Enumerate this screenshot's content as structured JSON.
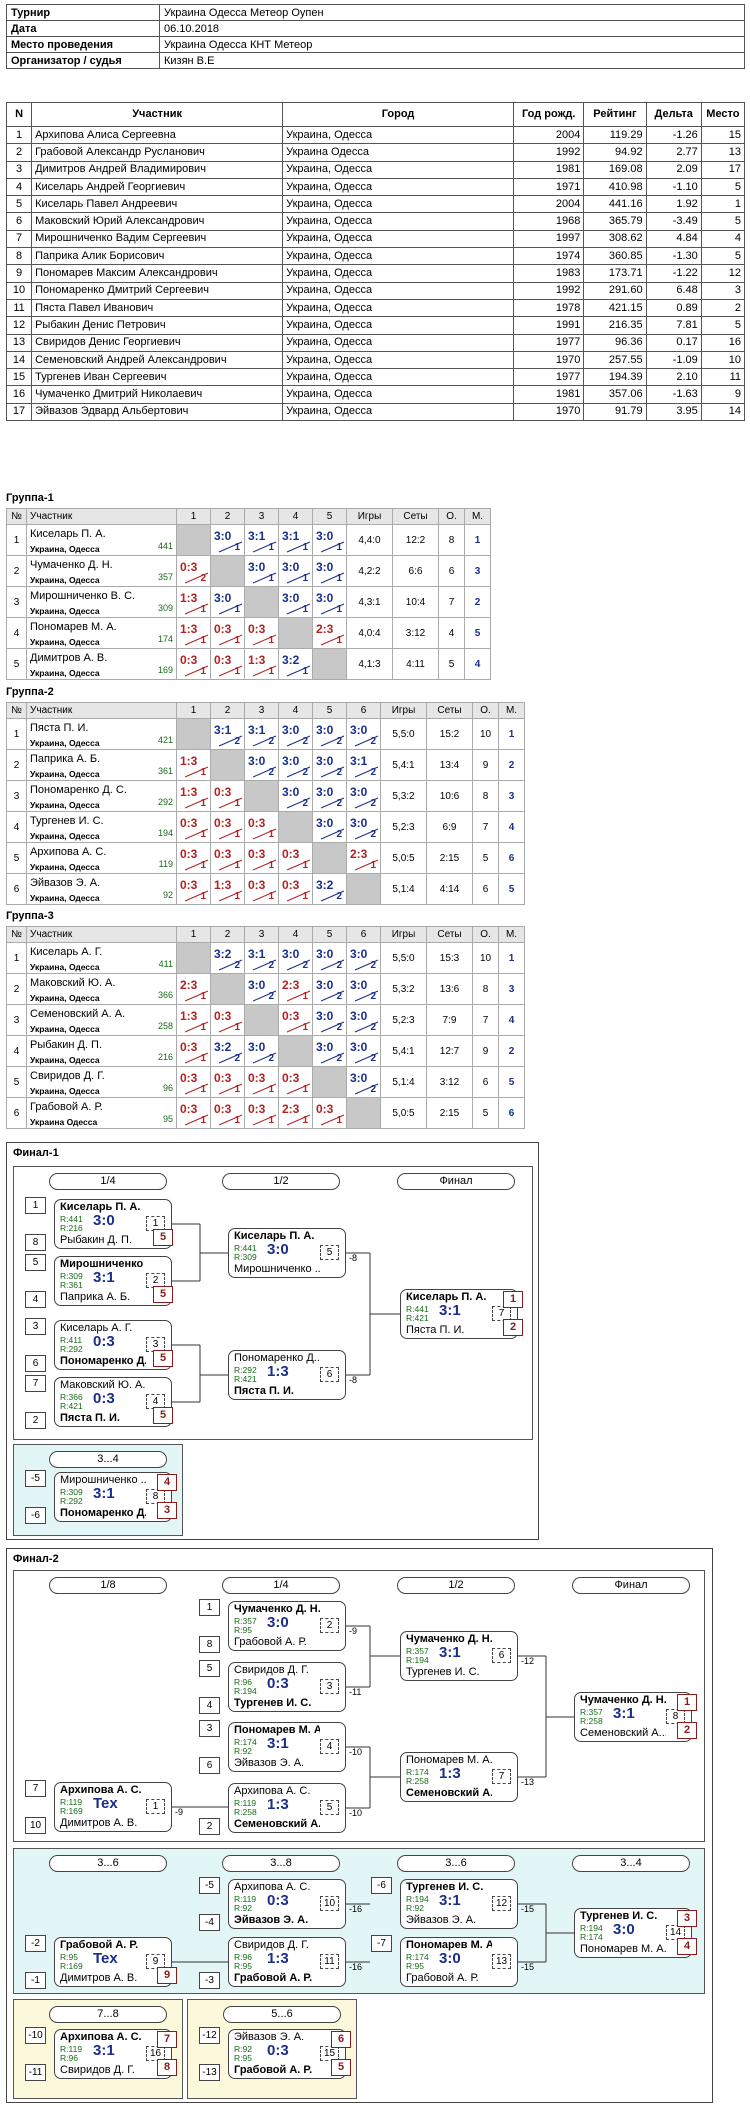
{
  "info": {
    "tournament_k": "Турнир",
    "tournament": "Украина Одесса Метеор Оупен",
    "date_k": "Дата",
    "date": "06.10.2018",
    "venue_k": "Место проведения",
    "venue": "Украина Одесса КНТ Метеор",
    "org_k": "Организатор / судья",
    "org": "Кизян В.Е"
  },
  "plist": {
    "headers": [
      "N",
      "Участник",
      "Город",
      "Год рожд.",
      "Рейтинг",
      "Дельта",
      "Место"
    ],
    "rows": [
      [
        "1",
        "Архипова Алиса Сергеевна",
        "Украина, Одесса",
        "2004",
        "119.29",
        "-1.26",
        "15"
      ],
      [
        "2",
        "Грабовой Александр Русланович",
        "Украина Одесса",
        "1992",
        "94.92",
        "2.77",
        "13"
      ],
      [
        "3",
        "Димитров Андрей Владимирович",
        "Украина, Одесса",
        "1981",
        "169.08",
        "2.09",
        "17"
      ],
      [
        "4",
        "Киселарь Андрей Георгиевич",
        "Украина, Одесса",
        "1971",
        "410.98",
        "-1.10",
        "5"
      ],
      [
        "5",
        "Киселарь Павел Андреевич",
        "Украина, Одесса",
        "2004",
        "441.16",
        "1.92",
        "1"
      ],
      [
        "6",
        "Маковский Юрий Александрович",
        "Украина, Одесса",
        "1968",
        "365.79",
        "-3.49",
        "5"
      ],
      [
        "7",
        "Мирошниченко Вадим Сергеевич",
        "Украина, Одесса",
        "1997",
        "308.62",
        "4.84",
        "4"
      ],
      [
        "8",
        "Паприка Алик Борисович",
        "Украина, Одесса",
        "1974",
        "360.85",
        "-1.30",
        "5"
      ],
      [
        "9",
        "Пономарев Максим Александрович",
        "Украина, Одесса",
        "1983",
        "173.71",
        "-1.22",
        "12"
      ],
      [
        "10",
        "Пономаренко Дмитрий Сергеевич",
        "Украина, Одесса",
        "1992",
        "291.60",
        "6.48",
        "3"
      ],
      [
        "11",
        "Пяста Павел Иванович",
        "Украина, Одесса",
        "1978",
        "421.15",
        "0.89",
        "2"
      ],
      [
        "12",
        "Рыбакин Денис Петрович",
        "Украина, Одесса",
        "1991",
        "216.35",
        "7.81",
        "5"
      ],
      [
        "13",
        "Свиридов Денис Георгиевич",
        "Украина, Одесса",
        "1977",
        "96.36",
        "0.17",
        "16"
      ],
      [
        "14",
        "Семеновский Андрей Александрович",
        "Украина, Одесса",
        "1970",
        "257.55",
        "-1.09",
        "10"
      ],
      [
        "15",
        "Тургенев Иван Сергеевич",
        "Украина, Одесса",
        "1977",
        "194.39",
        "2.10",
        "11"
      ],
      [
        "16",
        "Чумаченко Дмитрий Николаевич",
        "Украина, Одесса",
        "1981",
        "357.06",
        "-1.63",
        "9"
      ],
      [
        "17",
        "Эйвазов Эдвард Альбертович",
        "Украина, Одесса",
        "1970",
        "91.79",
        "3.95",
        "14"
      ]
    ]
  },
  "groups": [
    {
      "title": "Группа-1",
      "headers": [
        "№",
        "Участник",
        "1",
        "2",
        "3",
        "4",
        "5",
        "Игры",
        "Сеты",
        "О.",
        "М."
      ],
      "rows": [
        {
          "n": "1",
          "name": "Киселарь П. А.",
          "city": "Украина, Одесса",
          "rating": "441",
          "cells": [
            "X",
            "3:0|1",
            "3:1|1",
            "3:1|1",
            "3:0|1"
          ],
          "games": "4,4:0",
          "sets": "12:2",
          "pts": "8",
          "place": "1"
        },
        {
          "n": "2",
          "name": "Чумаченко Д. Н.",
          "city": "Украина, Одесса",
          "rating": "357",
          "cells": [
            "0:3|2",
            "X",
            "3:0|1",
            "3:0|1",
            "3:0|1"
          ],
          "games": "4,2:2",
          "sets": "6:6",
          "pts": "6",
          "place": "3"
        },
        {
          "n": "3",
          "name": "Мирошниченко В. С.",
          "city": "Украина, Одесса",
          "rating": "309",
          "cells": [
            "1:3|1",
            "3:0|1",
            "X",
            "3:0|1",
            "3:0|1"
          ],
          "games": "4,3:1",
          "sets": "10:4",
          "pts": "7",
          "place": "2"
        },
        {
          "n": "4",
          "name": "Пономарев М. А.",
          "city": "Украина, Одесса",
          "rating": "174",
          "cells": [
            "1:3|1",
            "0:3|1",
            "0:3|1",
            "X",
            "2:3|1"
          ],
          "games": "4,0:4",
          "sets": "3:12",
          "pts": "4",
          "place": "5"
        },
        {
          "n": "5",
          "name": "Димитров А. В.",
          "city": "Украина, Одесса",
          "rating": "169",
          "cells": [
            "0:3|1",
            "0:3|1",
            "1:3|1",
            "3:2|1",
            "X"
          ],
          "games": "4,1:3",
          "sets": "4:11",
          "pts": "5",
          "place": "4"
        }
      ]
    },
    {
      "title": "Группа-2",
      "headers": [
        "№",
        "Участник",
        "1",
        "2",
        "3",
        "4",
        "5",
        "6",
        "Игры",
        "Сеты",
        "О.",
        "М."
      ],
      "rows": [
        {
          "n": "1",
          "name": "Пяста П. И.",
          "city": "Украина, Одесса",
          "rating": "421",
          "cells": [
            "X",
            "3:1|2",
            "3:1|2",
            "3:0|2",
            "3:0|2",
            "3:0|2"
          ],
          "games": "5,5:0",
          "sets": "15:2",
          "pts": "10",
          "place": "1"
        },
        {
          "n": "2",
          "name": "Паприка А. Б.",
          "city": "Украина, Одесса",
          "rating": "361",
          "cells": [
            "1:3|1",
            "X",
            "3:0|2",
            "3:0|2",
            "3:0|2",
            "3:1|2"
          ],
          "games": "5,4:1",
          "sets": "13:4",
          "pts": "9",
          "place": "2"
        },
        {
          "n": "3",
          "name": "Пономаренко Д. С.",
          "city": "Украина, Одесса",
          "rating": "292",
          "cells": [
            "1:3|1",
            "0:3|1",
            "X",
            "3:0|2",
            "3:0|2",
            "3:0|2"
          ],
          "games": "5,3:2",
          "sets": "10:6",
          "pts": "8",
          "place": "3"
        },
        {
          "n": "4",
          "name": "Тургенев И. С.",
          "city": "Украина, Одесса",
          "rating": "194",
          "cells": [
            "0:3|1",
            "0:3|1",
            "0:3|1",
            "X",
            "3:0|2",
            "3:0|2"
          ],
          "games": "5,2:3",
          "sets": "6:9",
          "pts": "7",
          "place": "4"
        },
        {
          "n": "5",
          "name": "Архипова А. С.",
          "city": "Украина, Одесса",
          "rating": "119",
          "cells": [
            "0:3|1",
            "0:3|1",
            "0:3|1",
            "0:3|1",
            "X",
            "2:3|1"
          ],
          "games": "5,0:5",
          "sets": "2:15",
          "pts": "5",
          "place": "6"
        },
        {
          "n": "6",
          "name": "Эйвазов Э. А.",
          "city": "Украина, Одесса",
          "rating": "92",
          "cells": [
            "0:3|1",
            "1:3|1",
            "0:3|1",
            "0:3|1",
            "3:2|2",
            "X"
          ],
          "games": "5,1:4",
          "sets": "4:14",
          "pts": "6",
          "place": "5"
        }
      ]
    },
    {
      "title": "Группа-3",
      "headers": [
        "№",
        "Участник",
        "1",
        "2",
        "3",
        "4",
        "5",
        "6",
        "Игры",
        "Сеты",
        "О.",
        "М."
      ],
      "rows": [
        {
          "n": "1",
          "name": "Киселарь А. Г.",
          "city": "Украина, Одесса",
          "rating": "411",
          "cells": [
            "X",
            "3:2|2",
            "3:1|2",
            "3:0|2",
            "3:0|2",
            "3:0|2"
          ],
          "games": "5,5:0",
          "sets": "15:3",
          "pts": "10",
          "place": "1"
        },
        {
          "n": "2",
          "name": "Маковский Ю. А.",
          "city": "Украина, Одесса",
          "rating": "366",
          "cells": [
            "2:3|1",
            "X",
            "3:0|2",
            "2:3|1",
            "3:0|2",
            "3:0|2"
          ],
          "games": "5,3:2",
          "sets": "13:6",
          "pts": "8",
          "place": "3"
        },
        {
          "n": "3",
          "name": "Семеновский А. А.",
          "city": "Украина, Одесса",
          "rating": "258",
          "cells": [
            "1:3|1",
            "0:3|1",
            "X",
            "0:3|1",
            "3:0|2",
            "3:0|2"
          ],
          "games": "5,2:3",
          "sets": "7:9",
          "pts": "7",
          "place": "4"
        },
        {
          "n": "4",
          "name": "Рыбакин Д. П.",
          "city": "Украина, Одесса",
          "rating": "216",
          "cells": [
            "0:3|1",
            "3:2|2",
            "3:0|2",
            "X",
            "3:0|2",
            "3:0|2"
          ],
          "games": "5,4:1",
          "sets": "12:7",
          "pts": "9",
          "place": "2"
        },
        {
          "n": "5",
          "name": "Свиридов Д. Г.",
          "city": "Украина, Одесса",
          "rating": "96",
          "cells": [
            "0:3|1",
            "0:3|1",
            "0:3|1",
            "0:3|1",
            "X",
            "3:0|2"
          ],
          "games": "5,1:4",
          "sets": "3:12",
          "pts": "6",
          "place": "5"
        },
        {
          "n": "6",
          "name": "Грабовой А. Р.",
          "city": "Украина Одесса",
          "rating": "95",
          "cells": [
            "0:3|1",
            "0:3|1",
            "0:3|1",
            "2:3|1",
            "0:3|1",
            "X"
          ],
          "games": "5,0:5",
          "sets": "2:15",
          "pts": "5",
          "place": "6"
        }
      ]
    }
  ],
  "final1": {
    "title": "Финал-1",
    "rounds": [
      "1/4",
      "1/2",
      "Финал"
    ],
    "cons": "3...4",
    "m": [
      {
        "a": "Киселарь П. А.",
        "ra": "R:441",
        "b": "Рыбакин Д. П.",
        "rb": "R:216",
        "s": "3:0",
        "num": "1",
        "w": "a",
        "sa": "1",
        "sb": "8",
        "pl": "5"
      },
      {
        "a": "Мирошниченко ...",
        "ra": "R:309",
        "b": "Паприка А. Б.",
        "rb": "R:361",
        "s": "3:1",
        "num": "2",
        "w": "a",
        "sa": "5",
        "sb": "4",
        "pl": "5"
      },
      {
        "a": "Киселарь А. Г.",
        "ra": "R:411",
        "b": "Пономаренко Д...",
        "rb": "R:292",
        "s": "0:3",
        "num": "3",
        "w": "b",
        "sa": "3",
        "sb": "6",
        "pl": "5"
      },
      {
        "a": "Маковский Ю. А.",
        "ra": "R:366",
        "b": "Пяста П. И.",
        "rb": "R:421",
        "s": "0:3",
        "num": "4",
        "w": "b",
        "sa": "7",
        "sb": "2",
        "pl": "5"
      },
      {
        "a": "Киселарь П. А.",
        "ra": "R:441",
        "b": "Мирошниченко ...",
        "rb": "R:309",
        "s": "3:0",
        "num": "5",
        "w": "a",
        "ref": "-8"
      },
      {
        "a": "Пономаренко Д...",
        "ra": "R:292",
        "b": "Пяста П. И.",
        "rb": "R:421",
        "s": "1:3",
        "num": "6",
        "w": "b",
        "ref": "-8"
      },
      {
        "a": "Киселарь П. А.",
        "ra": "R:441",
        "b": "Пяста П. И.",
        "rb": "R:421",
        "s": "3:1",
        "num": "7",
        "w": "a",
        "pa": "1",
        "pb": "2"
      },
      {
        "a": "Мирошниченко ...",
        "ra": "R:309",
        "b": "Пономаренко Д...",
        "rb": "R:292",
        "s": "3:1",
        "num": "8",
        "w": "b",
        "sa": "-5",
        "sb": "-6",
        "pa": "4",
        "pb": "3"
      }
    ]
  },
  "final2": {
    "title": "Финал-2",
    "rounds": [
      "1/8",
      "1/4",
      "1/2",
      "Финал"
    ],
    "cons1": [
      "3...6",
      "3...8",
      "3...6",
      "3...4"
    ],
    "cons2": [
      "7...8",
      "5...6"
    ],
    "m": [
      {
        "a": "Чумаченко Д. Н.",
        "ra": "R:357",
        "b": "Грабовой А. Р.",
        "rb": "R:95",
        "s": "3:0",
        "num": "2",
        "w": "a",
        "sa": "1",
        "sb": "8",
        "ref": "-9"
      },
      {
        "a": "Свиридов Д. Г.",
        "ra": "R:96",
        "b": "Тургенев И. С.",
        "rb": "R:194",
        "s": "0:3",
        "num": "3",
        "w": "b",
        "sa": "5",
        "sb": "4",
        "ref": "-11"
      },
      {
        "a": "Пономарев М. А.",
        "ra": "R:174",
        "b": "Эйвазов Э. А.",
        "rb": "R:92",
        "s": "3:1",
        "num": "4",
        "w": "a",
        "sa": "3",
        "sb": "6",
        "ref": "-10"
      },
      {
        "a": "Архипова А. С.",
        "ra": "R:119",
        "b": "Семеновский А...",
        "rb": "R:258",
        "s": "1:3",
        "num": "5",
        "w": "b",
        "sb": "2",
        "ref": "-10"
      },
      {
        "a": "Архипова А. С.",
        "ra": "R:119",
        "b": "Димитров А. В.",
        "rb": "R:169",
        "s": "Tex",
        "num": "1",
        "w": "a",
        "sa": "7",
        "sb": "10",
        "ref": "-9"
      },
      {
        "a": "Чумаченко Д. Н.",
        "ra": "R:357",
        "b": "Тургенев И. С.",
        "rb": "R:194",
        "s": "3:1",
        "num": "6",
        "w": "a",
        "ref": "-12"
      },
      {
        "a": "Пономарев М. А.",
        "ra": "R:174",
        "b": "Семеновский А...",
        "rb": "R:258",
        "s": "1:3",
        "num": "7",
        "w": "b",
        "ref": "-13"
      },
      {
        "a": "Чумаченко Д. Н.",
        "ra": "R:357",
        "b": "Семеновский А...",
        "rb": "R:258",
        "s": "3:1",
        "num": "8",
        "w": "a",
        "pa": "1",
        "pb": "2"
      },
      {
        "a": "Грабовой А. Р.",
        "ra": "R:95",
        "b": "Димитров А. В.",
        "rb": "R:169",
        "s": "Tex",
        "num": "9",
        "w": "a",
        "sa": "-2",
        "sb": "-1",
        "pb": "9"
      },
      {
        "a": "Архипова А. С.",
        "ra": "R:119",
        "b": "Эйвазов Э. А.",
        "rb": "R:92",
        "s": "0:3",
        "num": "10",
        "w": "b",
        "sa": "-5",
        "sb": "-4",
        "ref": "-16"
      },
      {
        "a": "Свиридов Д. Г.",
        "ra": "R:96",
        "b": "Грабовой А. Р.",
        "rb": "R:95",
        "s": "1:3",
        "num": "11",
        "w": "b",
        "sb": "-3",
        "ref": "-16"
      },
      {
        "a": "Тургенев И. С.",
        "ra": "R:194",
        "b": "Эйвазов Э. А.",
        "rb": "R:92",
        "s": "3:1",
        "num": "12",
        "w": "a",
        "sa": "-6",
        "ref": "-15"
      },
      {
        "a": "Пономарев М. А.",
        "ra": "R:174",
        "b": "Грабовой А. Р.",
        "rb": "R:95",
        "s": "3:0",
        "num": "13",
        "w": "a",
        "sa": "-7",
        "ref": "-15"
      },
      {
        "a": "Тургенев И. С.",
        "ra": "R:194",
        "b": "Пономарев М. А.",
        "rb": "R:174",
        "s": "3:0",
        "num": "14",
        "w": "a",
        "pa": "3",
        "pb": "4"
      },
      {
        "a": "Архипова А. С.",
        "ra": "R:119",
        "b": "Свиридов Д. Г.",
        "rb": "R:96",
        "s": "3:1",
        "num": "16",
        "w": "a",
        "sa": "-10",
        "sb": "-11",
        "pa": "7",
        "pb": "8"
      },
      {
        "a": "Эйвазов Э. А.",
        "ra": "R:92",
        "b": "Грабовой А. Р.",
        "rb": "R:95",
        "s": "0:3",
        "num": "15",
        "w": "b",
        "sa": "-12",
        "sb": "-13",
        "pa": "6",
        "pb": "5"
      }
    ]
  }
}
